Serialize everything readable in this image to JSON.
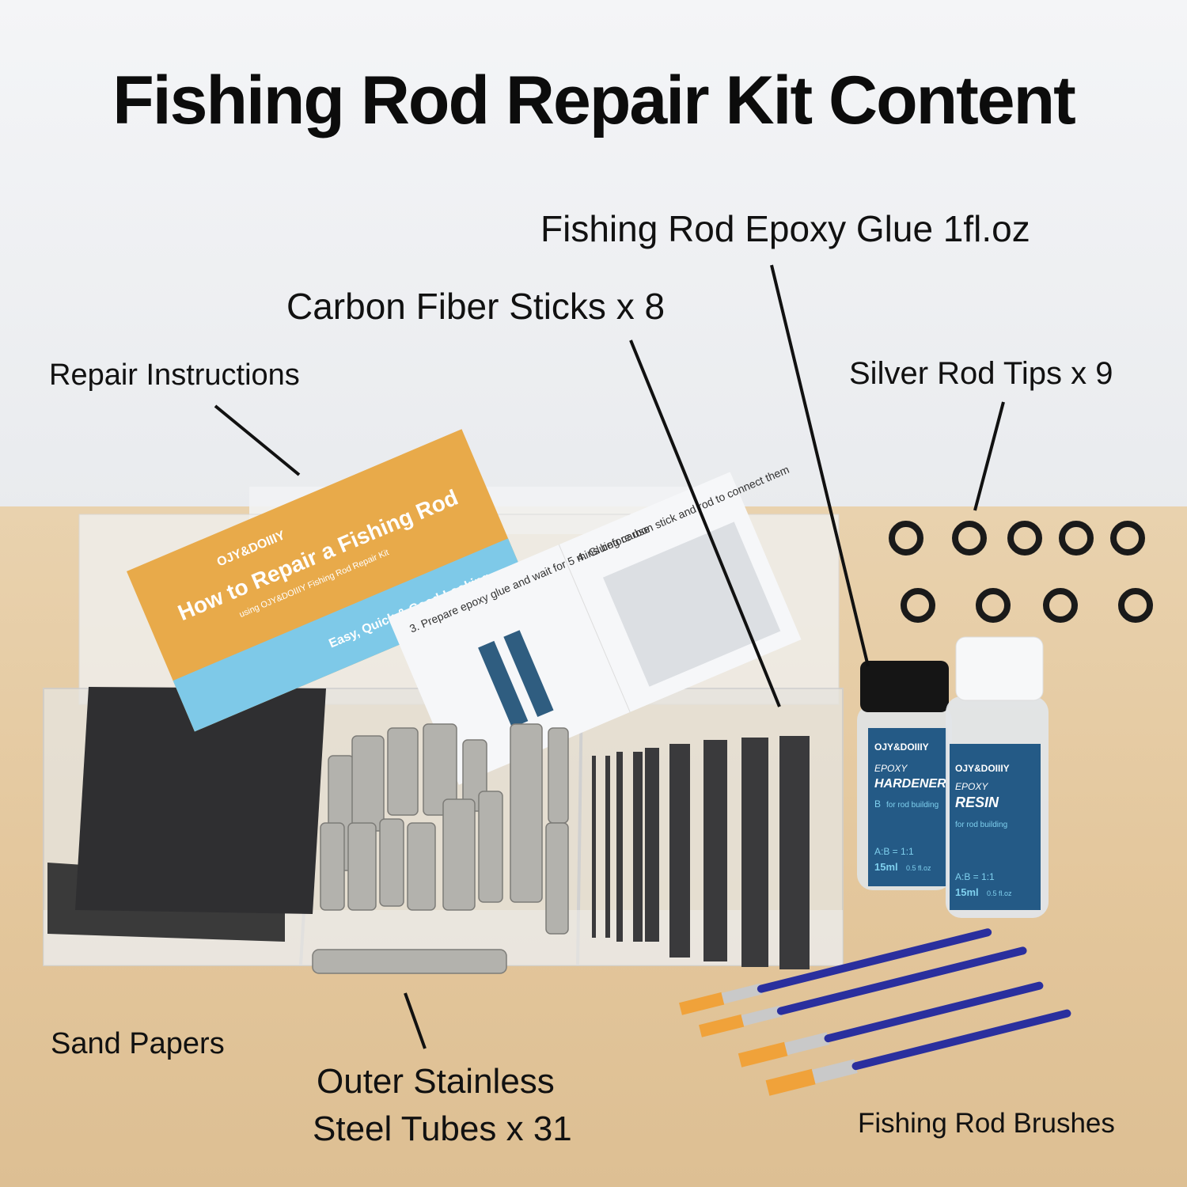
{
  "title": "Fishing Rod Repair Kit Content",
  "labels": {
    "epoxy": "Fishing Rod Epoxy Glue 1fl.oz",
    "carbon": "Carbon Fiber Sticks x 8",
    "instructions": "Repair Instructions",
    "tips": "Silver Rod Tips x 9",
    "sand": "Sand Papers",
    "tubes_line1": "Outer Stainless",
    "tubes_line2": "Steel Tubes x 31",
    "brushes": "Fishing Rod Brushes"
  },
  "card": {
    "brand": "OJY&DOIIIY",
    "heading": "How to Repair a Fishing Rod",
    "sub": "using OJY&DOIIIY Fishing Rod Repair Kit",
    "tagline": "Easy, Quick & Good-Looking",
    "step3": "3. Prepare epoxy glue and wait for 5 mins before use",
    "step4": "4. Gluing carbon stick and rod to connect them"
  },
  "bottles": {
    "brand": "OJY&DOIIIY",
    "hardener": {
      "line1": "EPOXY",
      "line2": "HARDENER",
      "badge": "B",
      "note": "for rod building",
      "ratio": "A:B = 1:1",
      "vol": "15ml",
      "oz": "0.5 fl.oz"
    },
    "resin": {
      "line1": "EPOXY",
      "line2": "RESIN",
      "note": "for rod building",
      "ratio": "A:B = 1:1",
      "vol": "15ml",
      "oz": "0.5 fl.oz"
    }
  },
  "colors": {
    "card_orange": "#e8aa4a",
    "card_blue": "#7ec9e8",
    "label_blue": "#245a86",
    "brush_handle": "#2a2f9e",
    "bristle": "#f0a23a"
  }
}
